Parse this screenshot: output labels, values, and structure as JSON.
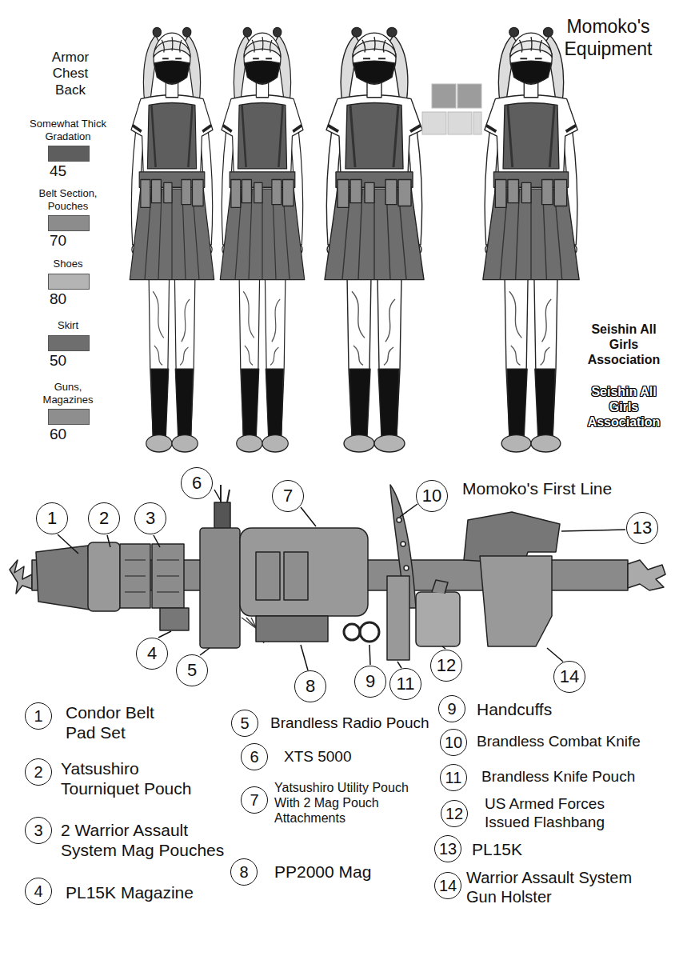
{
  "diagram": {
    "title": "Momoko's Equipment",
    "nodes": [
      {
        "text": [
          "1"
        ]
      },
      {
        "text": [
          "2"
        ]
      },
      {
        "text": [
          "3"
        ]
      },
      {
        "text": [
          "4"
        ]
      },
      {
        "text": [
          "5"
        ]
      },
      {
        "text": [
          "6"
        ]
      },
      {
        "text": [
          "7"
        ]
      },
      {
        "text": [
          "8"
        ]
      },
      {
        "text": [
          "9"
        ]
      },
      {
        "text": [
          "10"
        ]
      },
      {
        "text": [
          "11"
        ]
      },
      {
        "text": [
          "12"
        ]
      },
      {
        "text": [
          "13"
        ]
      },
      {
        "text": [
          "14"
        ]
      },
      {
        "text": [
          "1"
        ]
      },
      {
        "text": [
          "2"
        ]
      },
      {
        "text": [
          "3"
        ]
      },
      {
        "text": [
          "4"
        ]
      },
      {
        "text": [
          "5"
        ]
      },
      {
        "text": [
          "6"
        ]
      },
      {
        "text": [
          "7"
        ]
      },
      {
        "text": [
          "8"
        ]
      },
      {
        "text": [
          "9"
        ]
      },
      {
        "text": [
          "10"
        ]
      },
      {
        "text": [
          "11"
        ]
      },
      {
        "text": [
          "12"
        ]
      },
      {
        "text": [
          "13"
        ]
      },
      {
        "text": [
          "14"
        ]
      }
    ],
    "labels": [
      "Armor Chest Back",
      "45",
      "70",
      "80",
      "50",
      "60",
      "Seishin All Girls Association",
      "Seishin All Girls Association",
      "Momoko's First Line",
      "Condor Belt Pad Set",
      "Yatsushiro Tourniquet Pouch",
      "2 Warrior Assault System Mag Pouches",
      "PL15K Magazine",
      "Brandless Radio Pouch",
      "XTS 5000",
      "Yatsushiro Utility Pouch With 2 Mag Pouch Attachments",
      "PP2000 Mag",
      "Handcuffs",
      "Brandless Combat Knife",
      "Brandless Knife Pouch",
      "US Armed Forces Issued Flashbang",
      "PL15K",
      "Warrior Assault System Gun Holster"
    ],
    "legend": [
      {
        "text": "Somewhat Thick Gradation",
        "color": "#5e5e5e"
      },
      {
        "text": "Belt Section, Pouches",
        "color": "#8c8c8c"
      },
      {
        "text": "Shoes",
        "color": "#b4b4b4"
      },
      {
        "text": "Skirt",
        "color": "#6e6e6e"
      },
      {
        "text": "Guns, Magazines",
        "color": "#8e8e8e"
      }
    ]
  }
}
